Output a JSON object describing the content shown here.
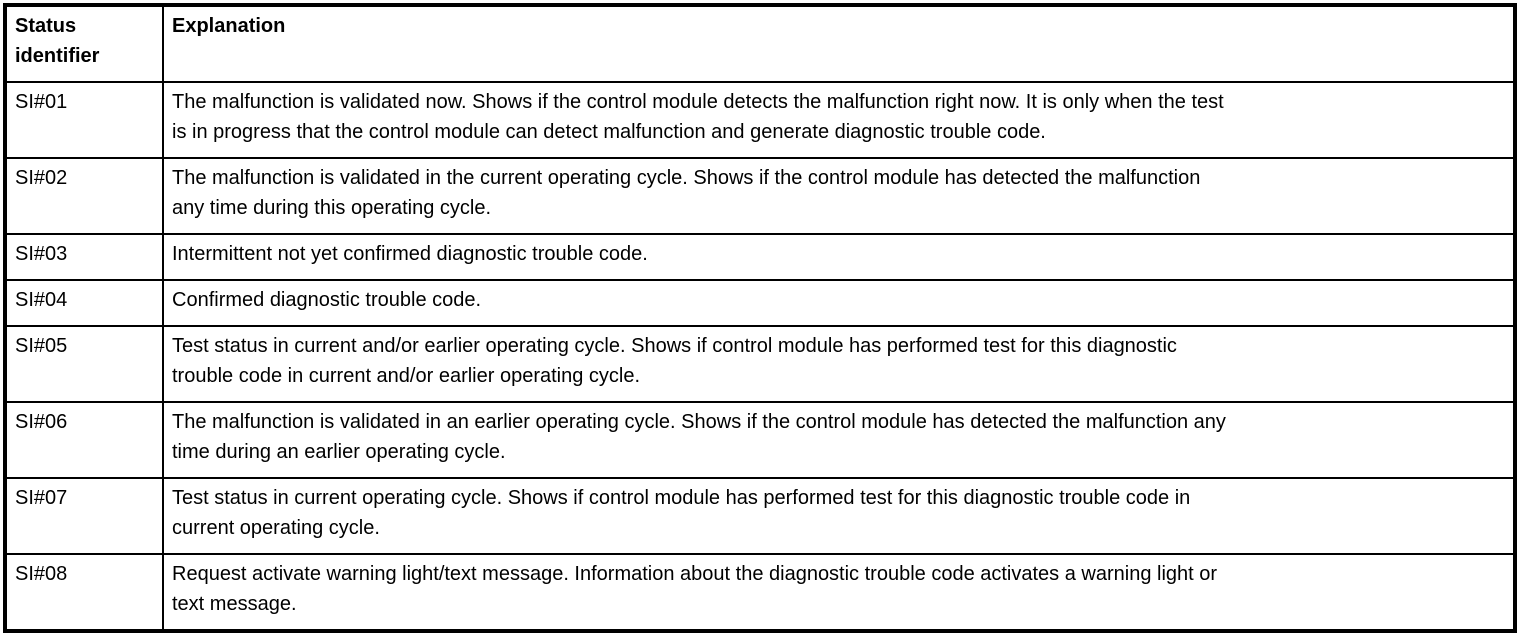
{
  "table": {
    "columns": [
      {
        "label": "Status\nidentifier"
      },
      {
        "label": "Explanation"
      }
    ],
    "rows": [
      {
        "id": "SI#01",
        "explanation": "The malfunction is validated now. Shows if the control module detects the malfunction right now. It is only when the test\nis in progress that the control module can detect malfunction and generate diagnostic trouble code."
      },
      {
        "id": "SI#02",
        "explanation": "The malfunction is validated in the current operating cycle. Shows if the control module has detected the malfunction\nany time during this operating cycle."
      },
      {
        "id": "SI#03",
        "explanation": "Intermittent not yet confirmed diagnostic trouble code."
      },
      {
        "id": "SI#04",
        "explanation": "Confirmed diagnostic trouble code."
      },
      {
        "id": "SI#05",
        "explanation": "Test status in current and/or earlier operating cycle. Shows if control module has performed test for this diagnostic\ntrouble code in current and/or earlier operating cycle."
      },
      {
        "id": "SI#06",
        "explanation": "The malfunction is validated in an earlier operating cycle. Shows if the control module has detected the malfunction any\ntime during an earlier operating cycle."
      },
      {
        "id": "SI#07",
        "explanation": "Test status in current operating cycle. Shows if control module has performed test for this diagnostic trouble code in\ncurrent operating cycle."
      },
      {
        "id": "SI#08",
        "explanation": "Request activate warning light/text message. Information about the diagnostic trouble code activates a warning light or\ntext message."
      }
    ]
  }
}
